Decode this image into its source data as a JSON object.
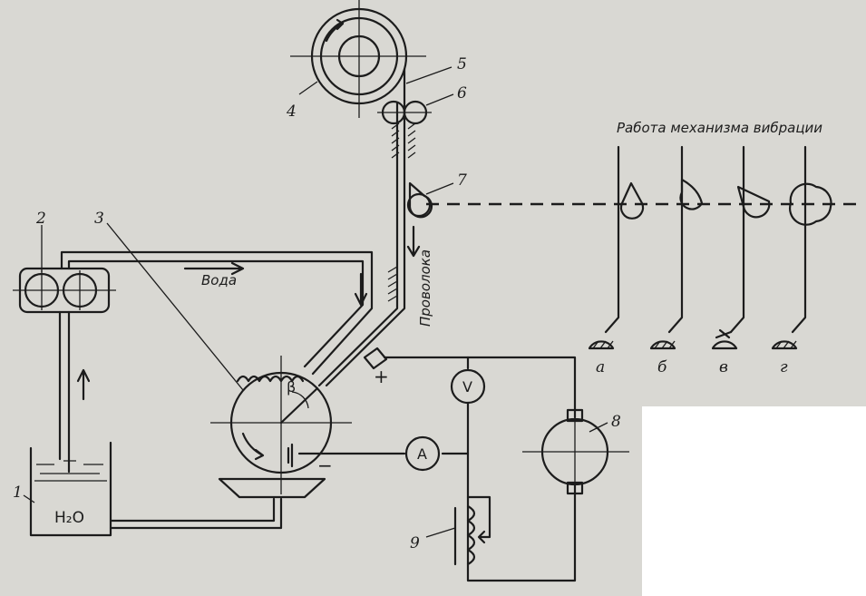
{
  "labels": {
    "n1": "1",
    "n2": "2",
    "n3": "3",
    "n4": "4",
    "n5": "5",
    "n6": "6",
    "n7": "7",
    "n8": "8",
    "n9": "9"
  },
  "text": {
    "water": "Вода",
    "wire": "Проволока",
    "vibration_title": "Работа механизма вибрации",
    "h2o": "H₂O",
    "beta": "β",
    "plus": "+",
    "minus": "−",
    "voltmeter": "V",
    "ammeter": "A"
  },
  "phases": [
    {
      "label": "а"
    },
    {
      "label": "б"
    },
    {
      "label": "в"
    },
    {
      "label": "г"
    }
  ]
}
